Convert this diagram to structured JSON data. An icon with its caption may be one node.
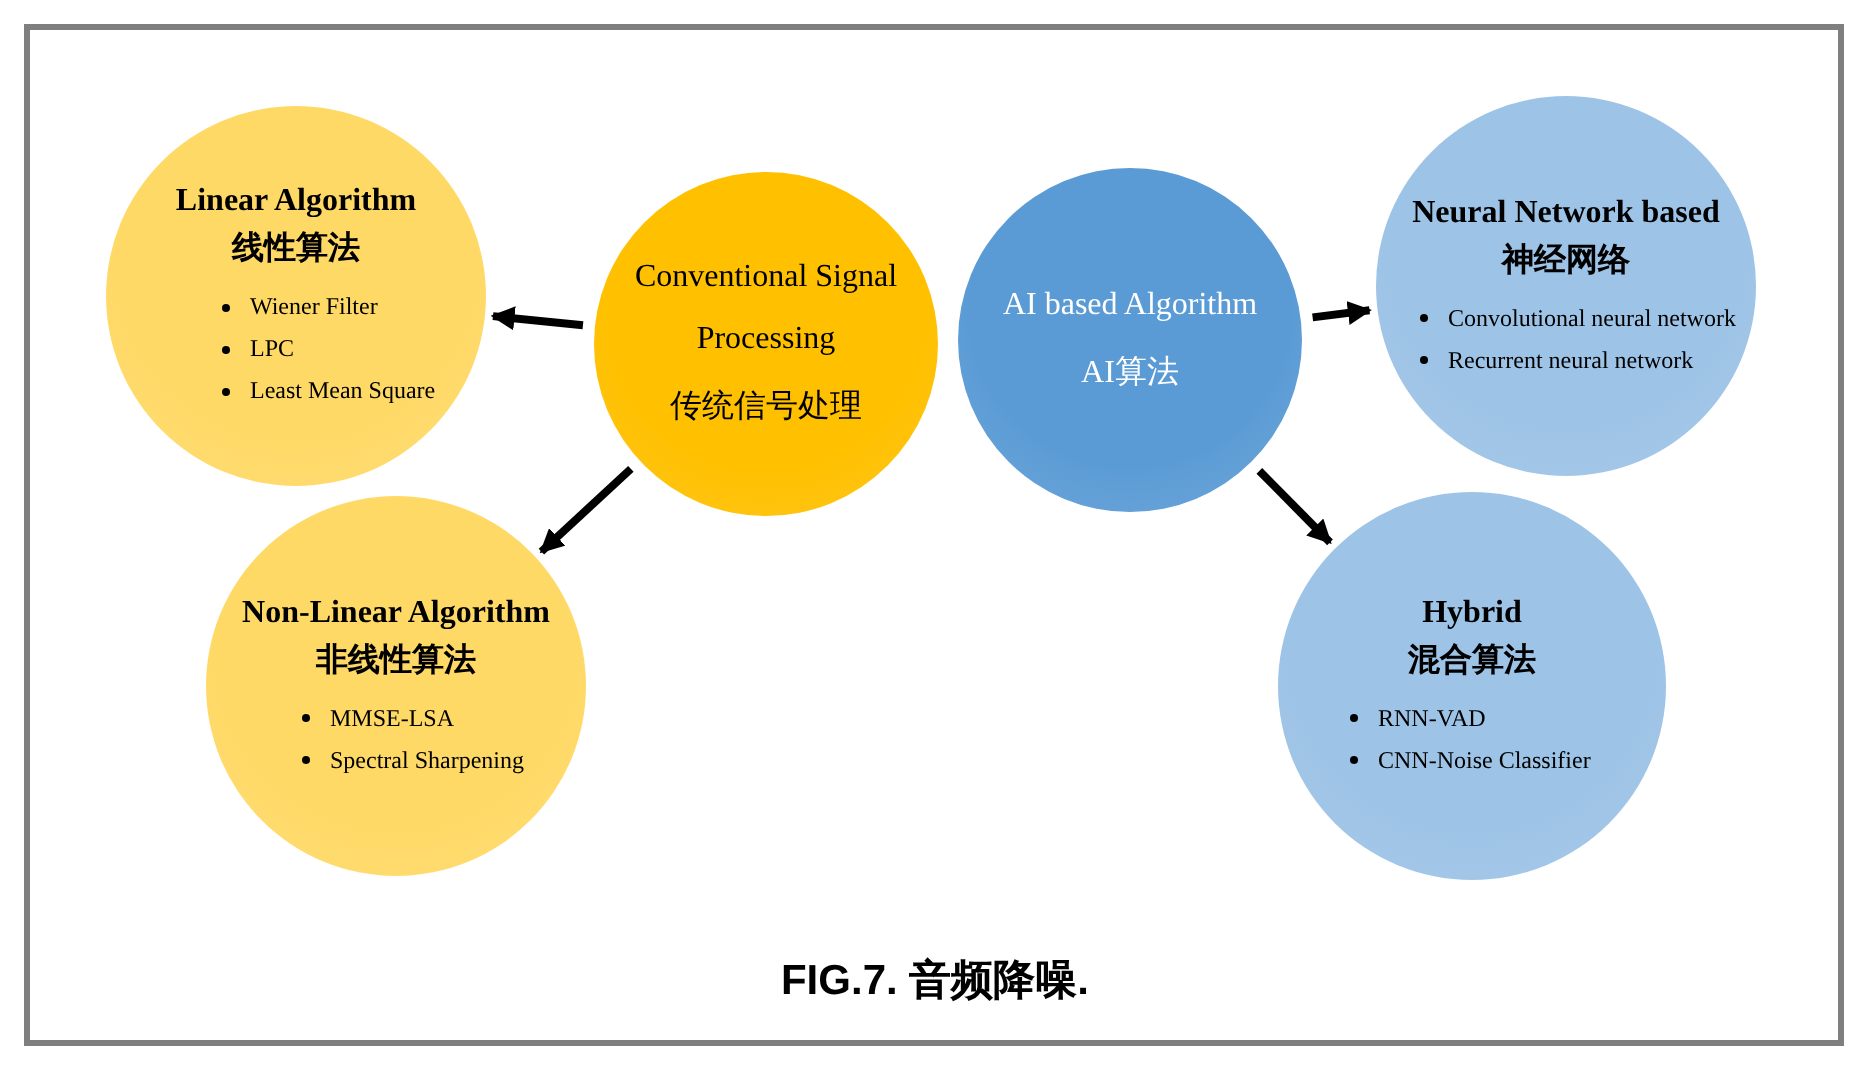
{
  "diagram": {
    "caption": "**FIG.7.** 音频降噪.",
    "nodes": [
      {
        "text": [
          "Linear Algorithm",
          "线性算法",
          "Wiener Filter",
          "LPC",
          "Least Mean Square"
        ]
      },
      {
        "text": [
          "Conventional Signal Processing",
          "传统信号处理"
        ]
      },
      {
        "text": [
          "AI based Algorithm",
          "AI算法"
        ]
      },
      {
        "text": [
          "Neural Network based",
          "神经网络",
          "Convolutional neural network",
          "Recurrent neural network"
        ]
      },
      {
        "text": [
          "Non-Linear Algorithm",
          "非线性算法",
          "MMSE-LSA",
          "Spectral Sharpening"
        ]
      },
      {
        "text": [
          "Hybrid",
          "混合算法",
          "RNN-VAD",
          "CNN-Noise Classifier"
        ]
      }
    ],
    "edges": [
      {
        "from": 1,
        "to": 0,
        "arrow": "to"
      },
      {
        "from": 1,
        "to": 4,
        "arrow": "to"
      },
      {
        "from": 2,
        "to": 3,
        "arrow": "to"
      },
      {
        "from": 2,
        "to": 5,
        "arrow": "to"
      }
    ]
  }
}
